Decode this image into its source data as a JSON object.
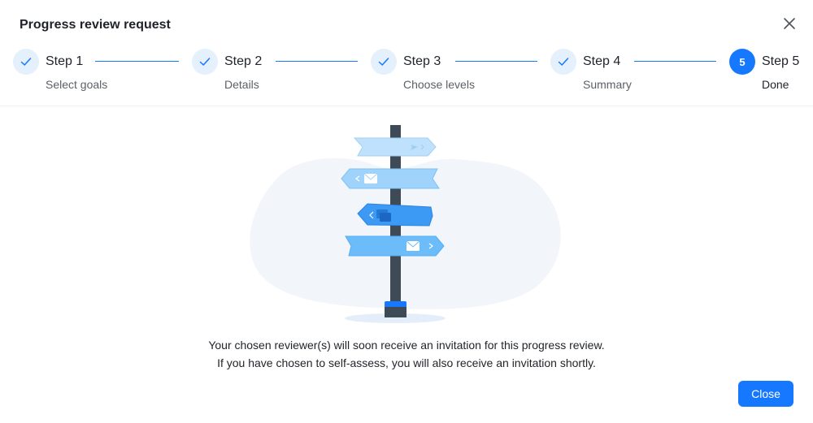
{
  "dialog": {
    "title": "Progress review request",
    "close_icon": "close-icon"
  },
  "stepper": {
    "steps": [
      {
        "label": "Step 1",
        "description": "Select goals",
        "status": "completed",
        "icon": "check-icon"
      },
      {
        "label": "Step 2",
        "description": "Details",
        "status": "completed",
        "icon": "check-icon"
      },
      {
        "label": "Step 3",
        "description": "Choose levels",
        "status": "completed",
        "icon": "check-icon"
      },
      {
        "label": "Step 4",
        "description": "Summary",
        "status": "completed",
        "icon": "check-icon"
      },
      {
        "label": "Step 5",
        "description": "Done",
        "status": "active",
        "number": "5"
      }
    ]
  },
  "illustration": {
    "icon": "signpost-illustration"
  },
  "message": {
    "line1": "Your chosen reviewer(s) will soon receive an invitation for this progress review.",
    "line2": "If you have chosen to self-assess, you will also receive an invitation shortly."
  },
  "footer": {
    "close_label": "Close"
  },
  "colors": {
    "accent": "#1677ff",
    "completed_circle": "#e4f0fc",
    "text": "#1f2329",
    "muted_text": "#5c6066"
  }
}
